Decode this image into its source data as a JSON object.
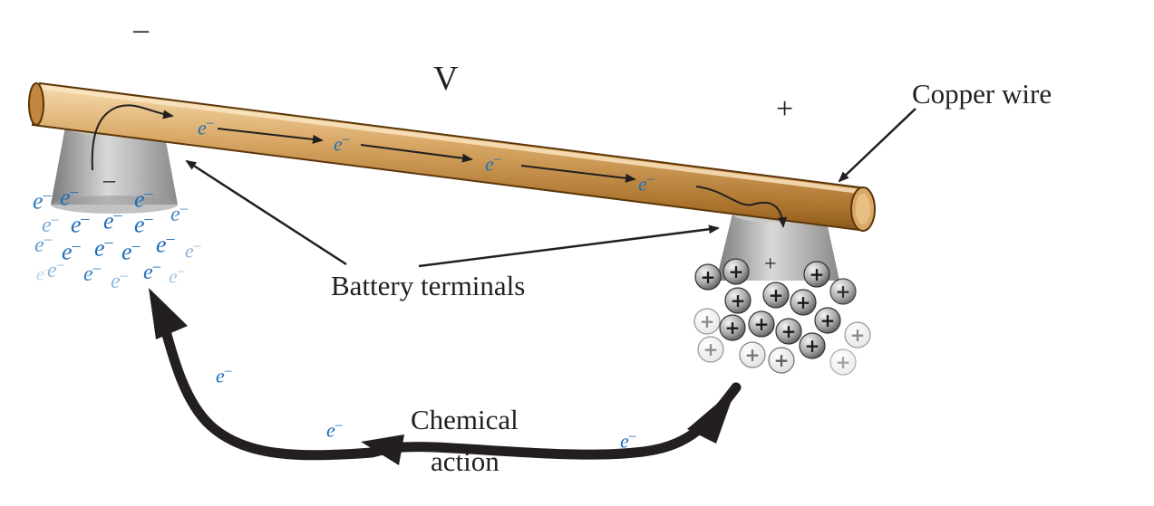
{
  "labels": {
    "minus_sign": "–",
    "plus_sign": "+",
    "voltage": "V",
    "copper_wire": "Copper wire",
    "battery_terminals": "Battery terminals",
    "chemical": "Chemical",
    "action": "action",
    "terminal_minus": "–",
    "terminal_plus": "+",
    "electron": "e",
    "electron_sup": "–",
    "ion": "+"
  },
  "colors": {
    "wire_light": "#e9c48b",
    "wire_mid": "#c48a3c",
    "wire_dark": "#7a4a16",
    "terminal_light": "#d6d6d6",
    "terminal_dark": "#6b6b6b",
    "electron_blue": "#1f6fb5",
    "arrow": "#231f20"
  }
}
